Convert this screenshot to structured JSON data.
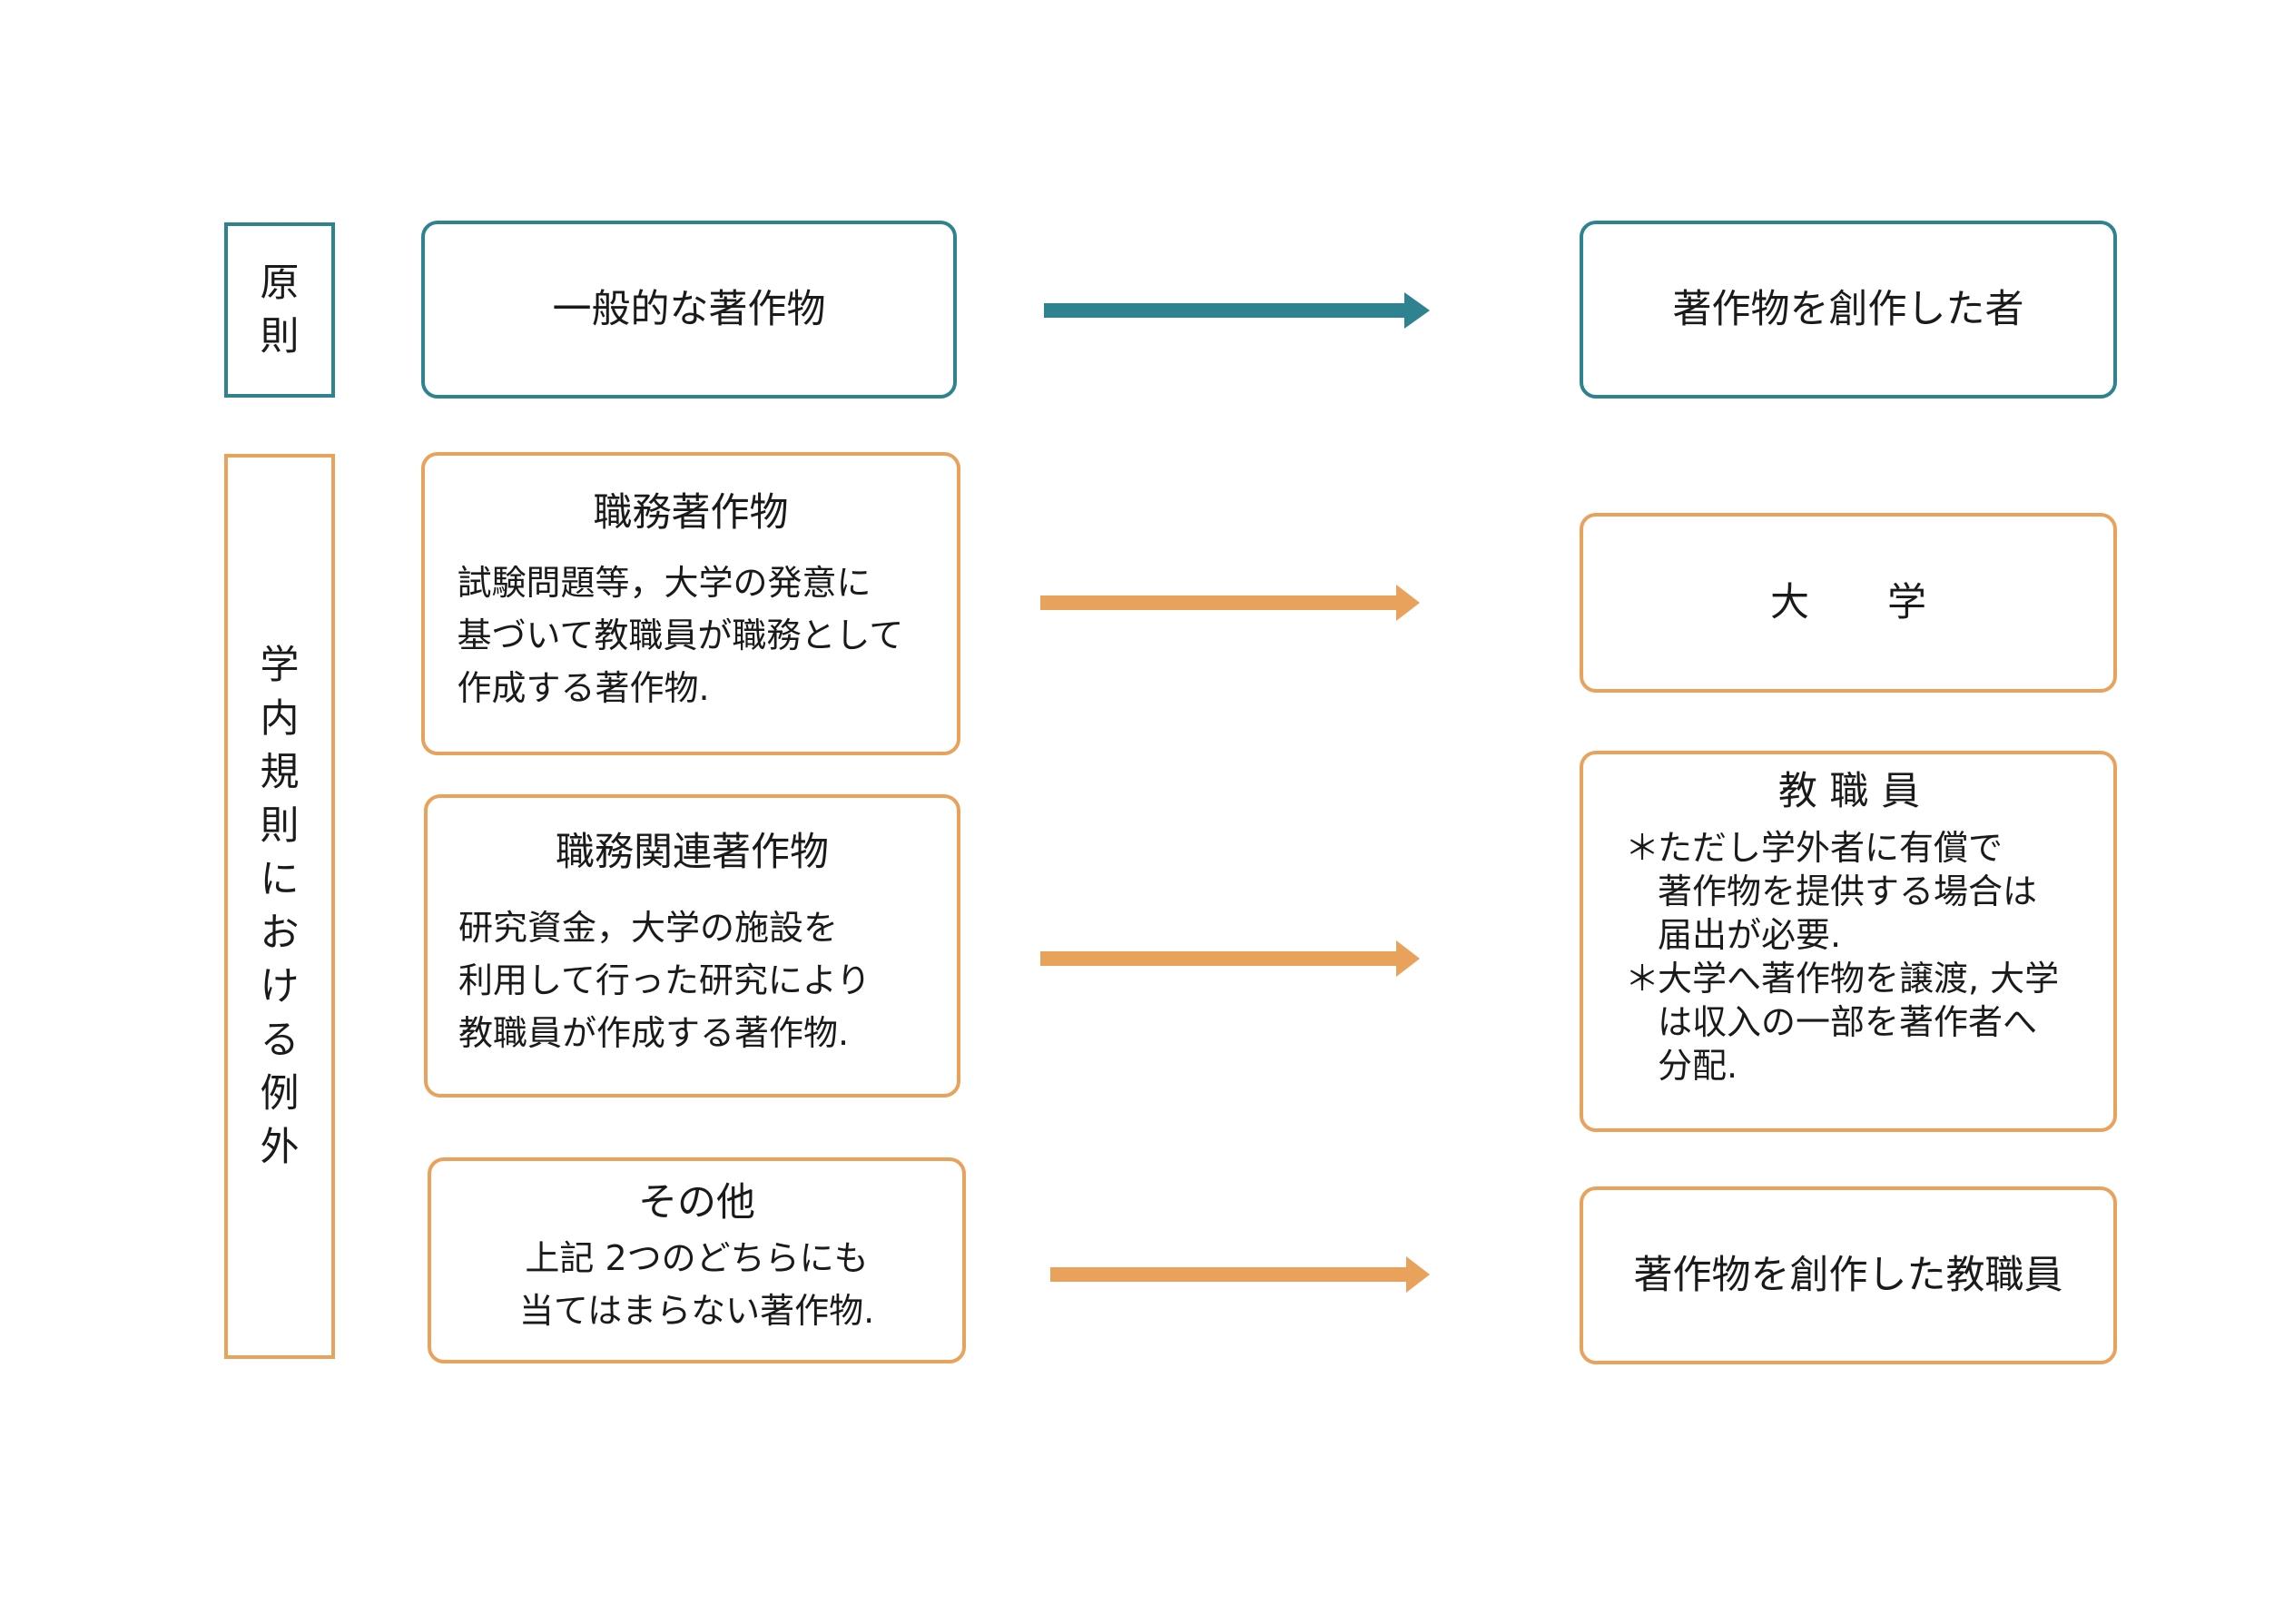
{
  "colors": {
    "principle": "#2f8391",
    "exception": "#e9a25c"
  },
  "left_labels": {
    "principle": "原則",
    "exception": "学内規則における例外"
  },
  "rows": [
    {
      "source_title": "一般的な著作物",
      "source_desc": [],
      "owner_title": "著作物を創作した者",
      "owner_notes": []
    },
    {
      "source_title": "職務著作物",
      "source_desc": [
        "試験問題等，大学の発意に",
        "基づいて教職員が職務として",
        "作成する著作物."
      ],
      "owner_title": "大　　学",
      "owner_notes": []
    },
    {
      "source_title": "職務関連著作物",
      "source_desc": [
        "研究資金，大学の施設を",
        "利用して行った研究により",
        "教職員が作成する著作物."
      ],
      "owner_title": "教 職 員",
      "owner_notes": [
        {
          "mark": "＊",
          "text": "ただし学外者に有償で"
        },
        {
          "mark": "",
          "text": "著作物を提供する場合は"
        },
        {
          "mark": "",
          "text": "届出が必要."
        },
        {
          "mark": "＊",
          "text": "大学へ著作物を譲渡, 大学"
        },
        {
          "mark": "",
          "text": "は収入の一部を著作者へ"
        },
        {
          "mark": "",
          "text": "分配."
        }
      ]
    },
    {
      "source_title": "その他",
      "source_desc": [
        "上記 2つのどちらにも",
        "当てはまらない著作物."
      ],
      "owner_title": "著作物を創作した教職員",
      "owner_notes": []
    }
  ]
}
